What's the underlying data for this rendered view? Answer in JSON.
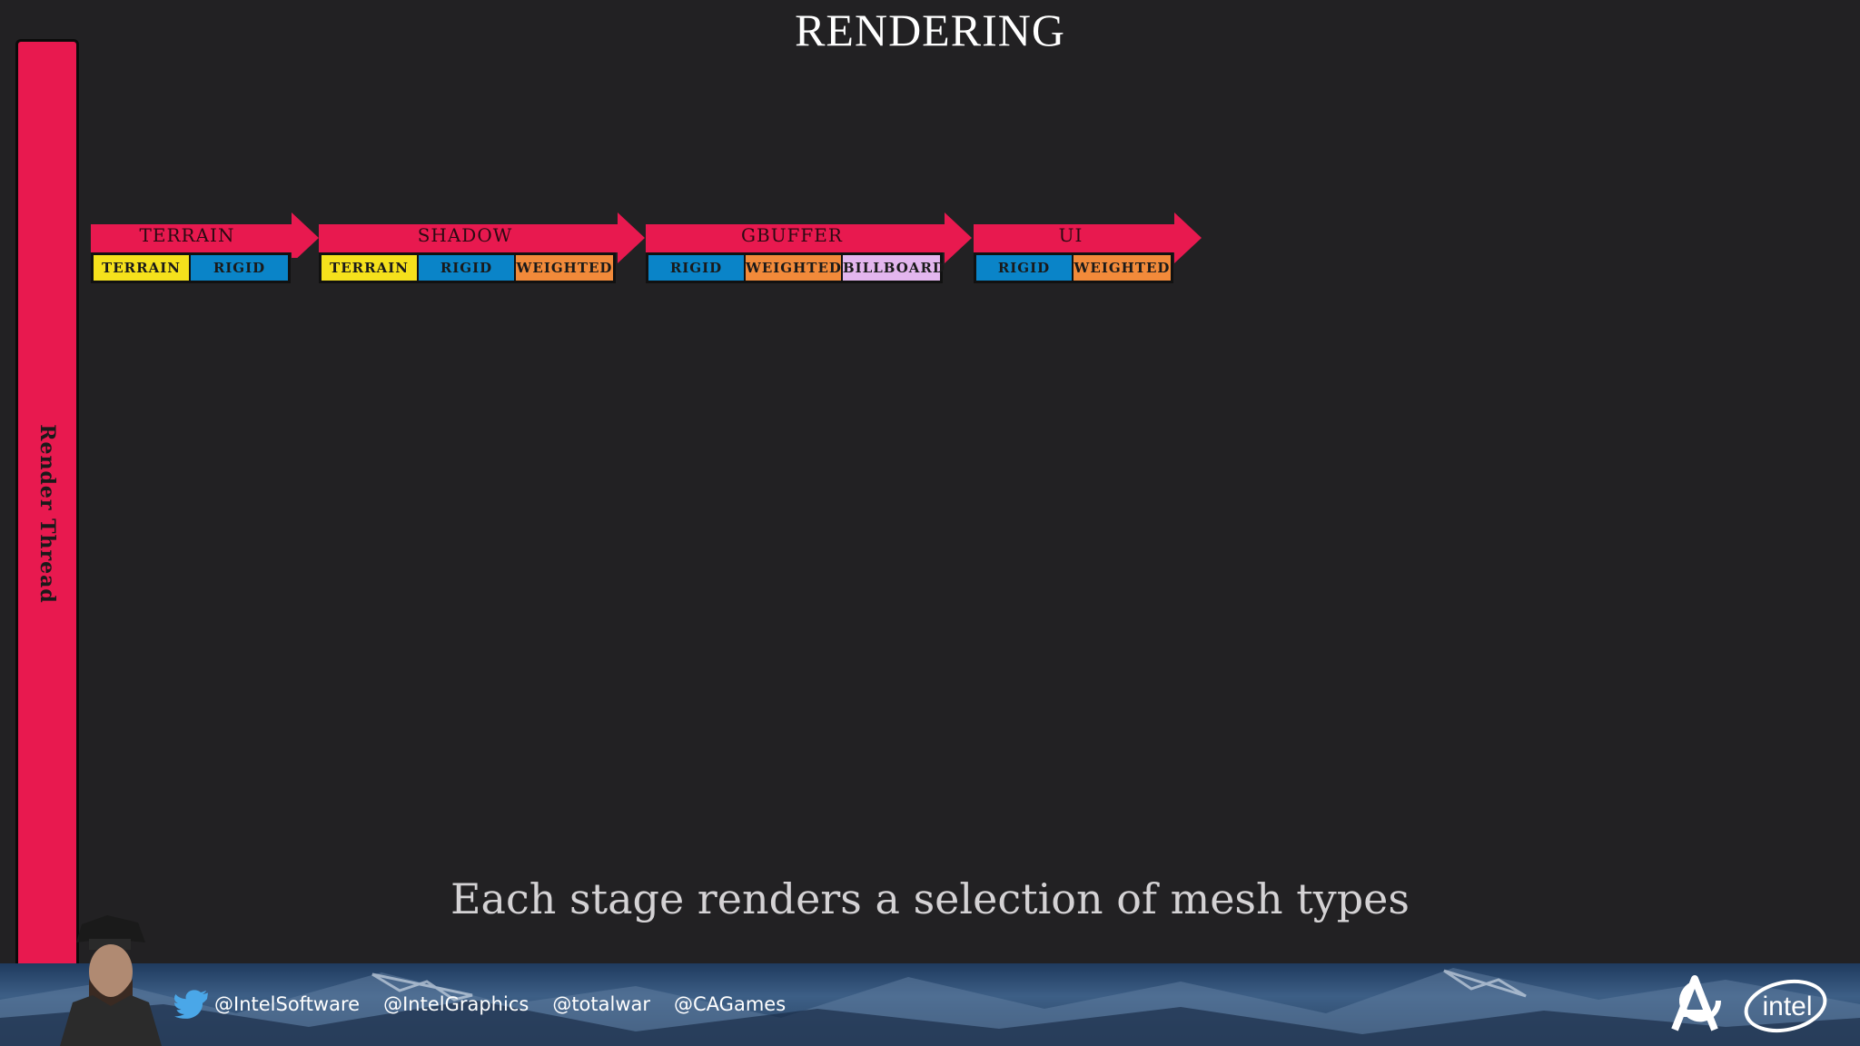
{
  "title": "RENDERING",
  "thread": {
    "label": "Render Thread"
  },
  "stages": [
    {
      "name": "TERRAIN",
      "meshes": [
        "TERRAIN",
        "RIGID"
      ]
    },
    {
      "name": "SHADOW",
      "meshes": [
        "TERRAIN",
        "RIGID",
        "WEIGHTED"
      ]
    },
    {
      "name": "GBUFFER",
      "meshes": [
        "RIGID",
        "WEIGHTED",
        "BILLBOARD"
      ]
    },
    {
      "name": "UI",
      "meshes": [
        "RIGID",
        "WEIGHTED"
      ]
    }
  ],
  "subtitle": "Each stage renders a selection of mesh types",
  "footer": {
    "handles": [
      "@IntelSoftware",
      "@IntelGraphics",
      "@totalwar",
      "@CAGames"
    ],
    "logo_text": "intel"
  },
  "colors": {
    "background": "#222123",
    "stage_red": "#e8194f",
    "terrain": "#f5e11c",
    "rigid": "#0a84c8",
    "weighted": "#f28a3a",
    "billboard": "#e3b6ee"
  }
}
